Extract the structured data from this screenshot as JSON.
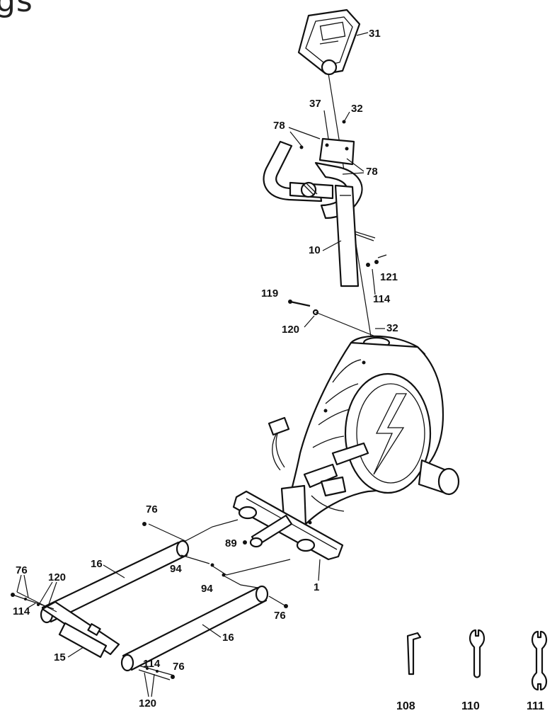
{
  "heading_fragment": "gs",
  "callouts": {
    "p31": "31",
    "p37": "37",
    "p32_top": "32",
    "p78_left": "78",
    "p78_right": "78",
    "p10": "10",
    "p121": "121",
    "p114_mast": "114",
    "p119": "119",
    "p120_mast": "120",
    "p32_frame": "32",
    "p76_top": "76",
    "p89": "89",
    "p94_upper": "94",
    "p94_lower": "94",
    "p1": "1",
    "p16_upper": "16",
    "p16_lower": "16",
    "p76_right": "76",
    "p76_left": "76",
    "p120_left": "120",
    "p114_left": "114",
    "p15": "15",
    "p114_bottom": "114",
    "p76_bottom": "76",
    "p120_bottom": "120"
  },
  "tools": [
    {
      "label": "108",
      "icon": "allen-key-icon"
    },
    {
      "label": "110",
      "icon": "wrench-icon"
    },
    {
      "label": "111",
      "icon": "double-wrench-icon"
    }
  ]
}
